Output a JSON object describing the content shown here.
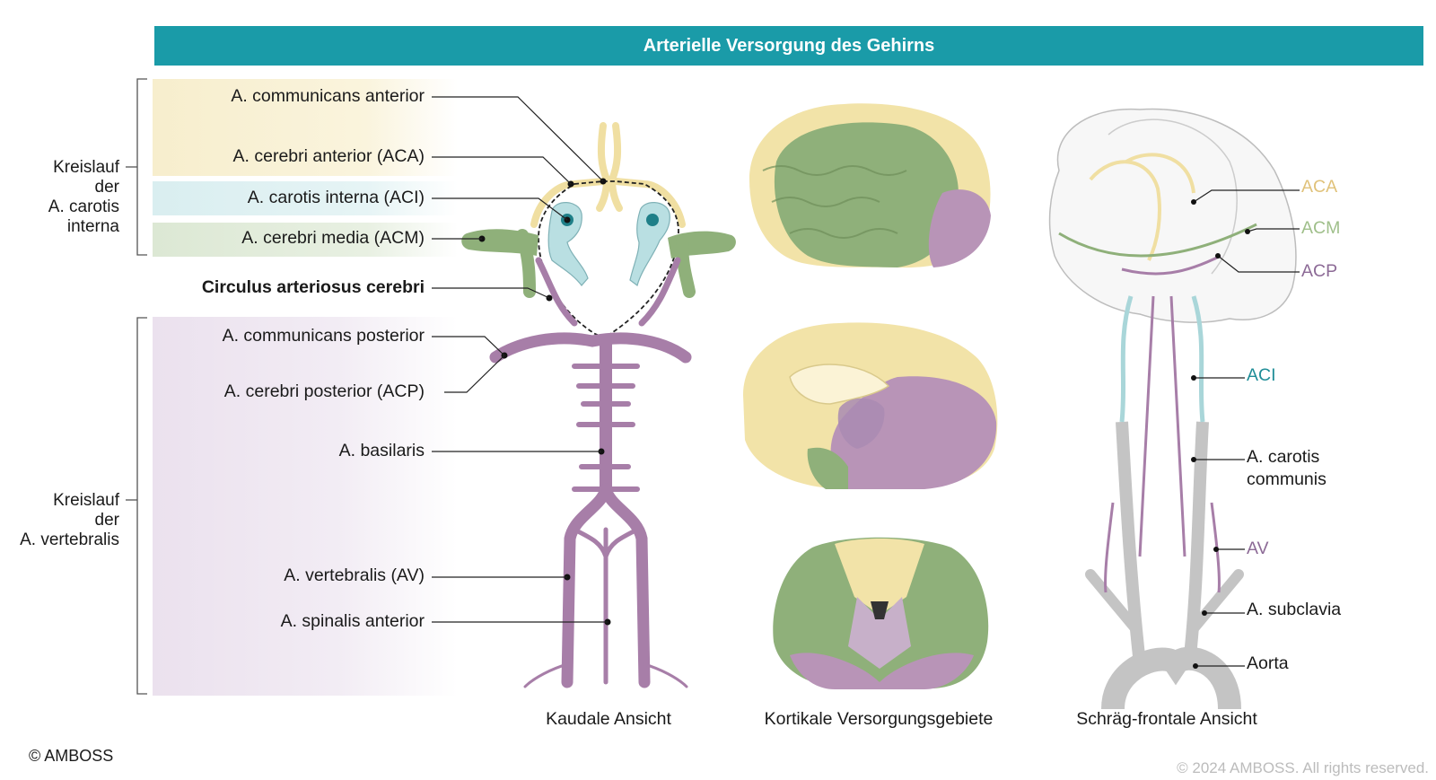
{
  "title": "Arterielle Versorgung des Gehirns",
  "groups": {
    "carotis": [
      "Kreislauf",
      "der",
      "A. carotis",
      "interna"
    ],
    "vertebralis": [
      "Kreislauf",
      "der",
      "A. vertebralis"
    ]
  },
  "left_labels": {
    "comm_ant": "A. communicans anterior",
    "aca": "A. cerebri anterior (ACA)",
    "aci": "A. carotis interna (ACI)",
    "acm": "A. cerebri media (ACM)",
    "circulus": "Circulus arteriosus cerebri",
    "comm_post": "A. communicans posterior",
    "acp": "A. cerebri posterior (ACP)",
    "basilaris": "A. basilaris",
    "av": "A. vertebralis (AV)",
    "spinalis": "A. spinalis anterior"
  },
  "right_labels": {
    "aca": "ACA",
    "acm": "ACM",
    "acp": "ACP",
    "aci": "ACI",
    "carotis_communis": [
      "A. carotis",
      "communis"
    ],
    "av": "AV",
    "subclavia": "A. subclavia",
    "aorta": "Aorta"
  },
  "captions": {
    "caudal": "Kaudale Ansicht",
    "cortical": "Kortikale Versorgungsgebiete",
    "oblique": "Schräg-frontale Ansicht"
  },
  "copyright_left": "© AMBOSS",
  "copyright_right": "© 2024 AMBOSS. All rights reserved.",
  "colors": {
    "teal": "#1a9ba8",
    "aca_yellow": "#f2e3a8",
    "acm_green": "#8fb07a",
    "acp_purple": "#a98bb3",
    "aci_blue": "#a9d6d9",
    "artery": "#a77ea8",
    "gray_vessel": "#bdbdbd"
  }
}
